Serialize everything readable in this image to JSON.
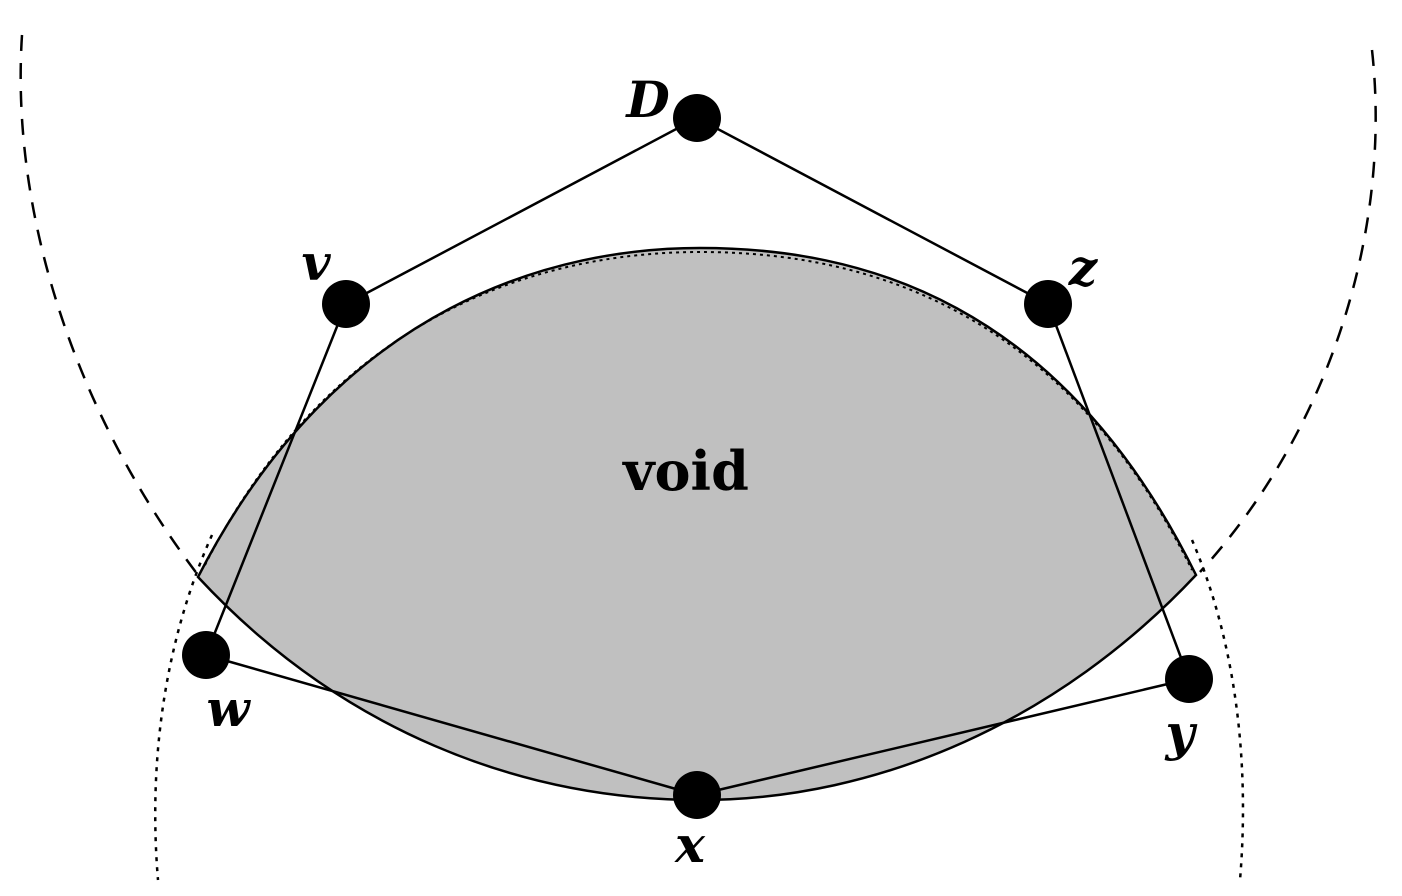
{
  "labels": {
    "void": "void",
    "D": "D",
    "v": "v",
    "z": "z",
    "w": "w",
    "y": "y",
    "x": "x"
  },
  "colors": {
    "void_fill": "#c0c0c0",
    "ink": "#000000",
    "background": "#ffffff"
  },
  "icons": {
    "node": "filled-circle"
  }
}
